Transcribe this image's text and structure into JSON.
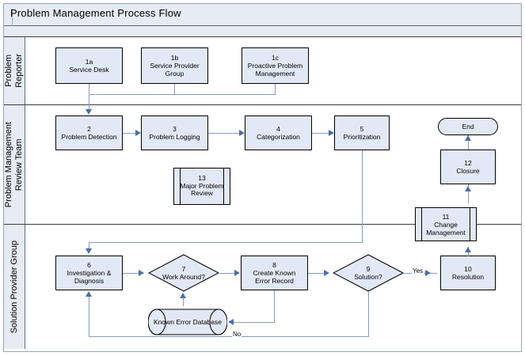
{
  "diagram": {
    "title": "Problem Management Process Flow",
    "type": "swimlane-flowchart",
    "accent_color": "#4a6fa5",
    "node_fill": "#e2e9f6",
    "lane_header_fill": "#e6ebf4",
    "connector_color": "#8a9bb4"
  },
  "lanes": [
    {
      "label": "Problem\nReporter"
    },
    {
      "label": "Problem Management\nReview Team"
    },
    {
      "label": "Solution Provider Group"
    }
  ],
  "nodes": {
    "n1a": {
      "num": "1a",
      "title": "Service Desk",
      "shape": "process"
    },
    "n1b": {
      "num": "1b",
      "title": "Service Provider\nGroup",
      "shape": "process"
    },
    "n1c": {
      "num": "1c",
      "title": "Proactive Problem\nManagement",
      "shape": "process"
    },
    "n2": {
      "num": "2",
      "title": "Problem Detection",
      "shape": "process"
    },
    "n3": {
      "num": "3",
      "title": "Problem Logging",
      "shape": "process"
    },
    "n4": {
      "num": "4",
      "title": "Categorization",
      "shape": "process"
    },
    "n5": {
      "num": "5",
      "title": "Prioritization",
      "shape": "process"
    },
    "n13": {
      "num": "13",
      "title": "Major\nProblem\nReview",
      "shape": "predefined-process"
    },
    "nend": {
      "num": "",
      "title": "End",
      "shape": "terminator"
    },
    "n12": {
      "num": "12",
      "title": "Closure",
      "shape": "process"
    },
    "n11": {
      "num": "11",
      "title": "Change\nManagement",
      "shape": "predefined-process"
    },
    "n6": {
      "num": "6",
      "title": "Investigation &\nDiagnosis",
      "shape": "process"
    },
    "n7": {
      "num": "7",
      "title": "Work\nAround?",
      "shape": "decision"
    },
    "n8": {
      "num": "8",
      "title": "Create Known\nError Record",
      "shape": "process"
    },
    "n9": {
      "num": "9",
      "title": "Solution?",
      "shape": "decision"
    },
    "n10": {
      "num": "10",
      "title": "Resolution",
      "shape": "process"
    },
    "ndb": {
      "num": "",
      "title": "Known Error\nDatabase",
      "shape": "database"
    }
  },
  "edge_labels": {
    "yes": "Yes",
    "no": "No"
  }
}
